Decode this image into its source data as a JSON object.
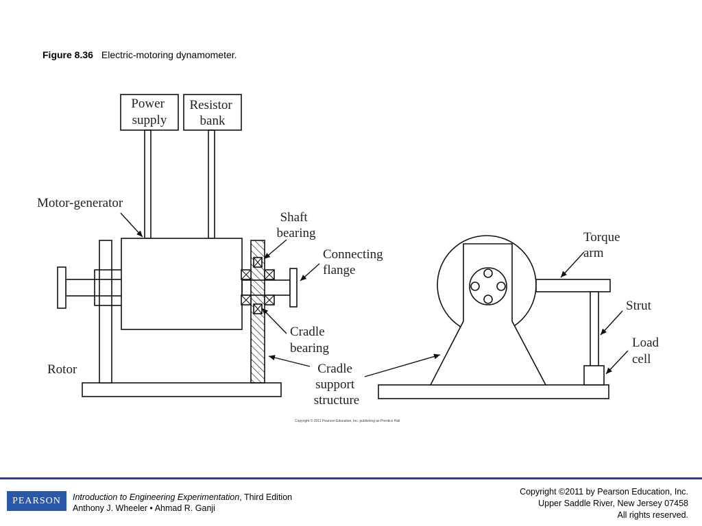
{
  "caption": {
    "number": "Figure 8.36",
    "title": "Electric-motoring dynamometer."
  },
  "diagram": {
    "labels": {
      "power_supply": [
        "Power",
        "supply"
      ],
      "resistor_bank": [
        "Resistor",
        "bank"
      ],
      "motor_generator": "Motor-generator",
      "shaft_bearing": [
        "Shaft",
        "bearing"
      ],
      "connecting_flange": [
        "Connecting",
        "flange"
      ],
      "cradle_bearing": [
        "Cradle",
        "bearing"
      ],
      "cradle_support_structure": [
        "Cradle",
        "support",
        "structure"
      ],
      "rotor": "Rotor",
      "torque_arm": [
        "Torque",
        "arm"
      ],
      "strut": "Strut",
      "load_cell": [
        "Load",
        "cell"
      ]
    },
    "copyright_small": "Copyright © 2011 Pearson Education, Inc. publishing as Prentice Hall"
  },
  "footer": {
    "logo_text": "PEARSON",
    "book_title": "Introduction to Engineering Experimentation",
    "edition": ", Third Edition",
    "authors": "Anthony J. Wheeler • Ahmad R. Ganji",
    "rights_lines": [
      "Copyright ©2011 by Pearson Education, Inc.",
      "Upper Saddle River, New Jersey 07458",
      "All rights reserved."
    ]
  }
}
